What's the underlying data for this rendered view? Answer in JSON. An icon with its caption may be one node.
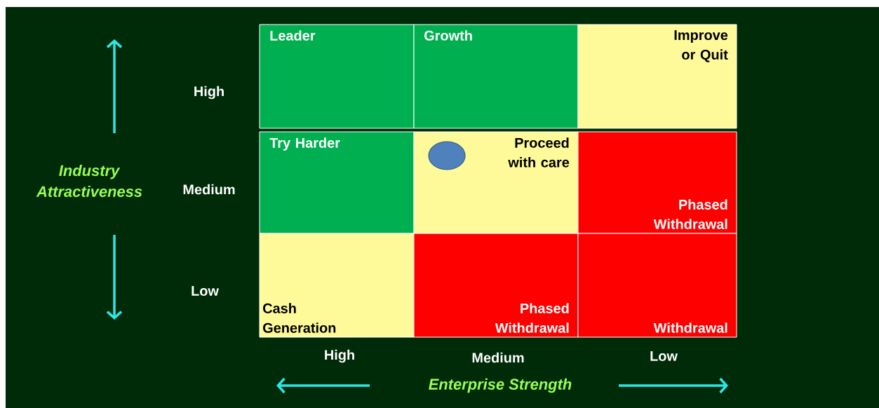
{
  "diagram": {
    "nodes": [
      {
        "text": [
          "Leader"
        ]
      },
      {
        "text": [
          "Growth"
        ]
      },
      {
        "text": [
          "Improve or Quit"
        ]
      },
      {
        "text": [
          "Try Harder"
        ]
      },
      {
        "text": [
          "Proceed with care"
        ]
      },
      {
        "text": [
          "Phased Withdrawal"
        ]
      },
      {
        "text": [
          "Cash Generation"
        ]
      },
      {
        "text": [
          "Phased Withdrawal"
        ]
      },
      {
        "text": [
          "Withdrawal"
        ]
      },
      {
        "text": [],
        "shape": "circle",
        "in": 4
      }
    ],
    "labels": [
      "Industry Attractiveness",
      "High",
      "Medium",
      "Low",
      "High",
      "Medium",
      "Low",
      "Enterprise Strength"
    ]
  }
}
